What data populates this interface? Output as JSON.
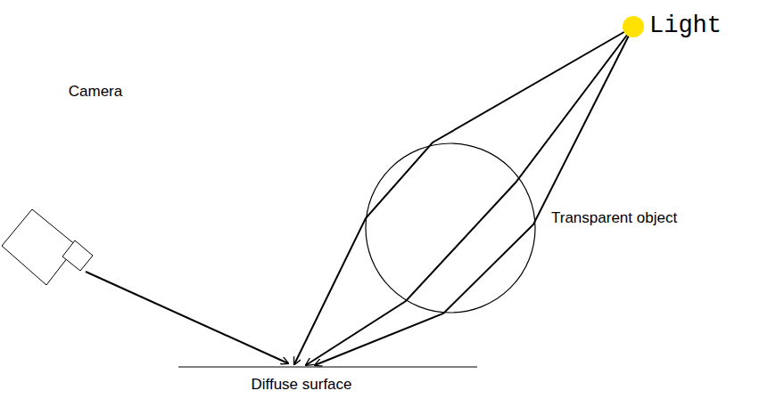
{
  "diagram": {
    "labels": [
      "Light",
      "Camera",
      "Transparent object",
      "Diffuse surface"
    ]
  }
}
